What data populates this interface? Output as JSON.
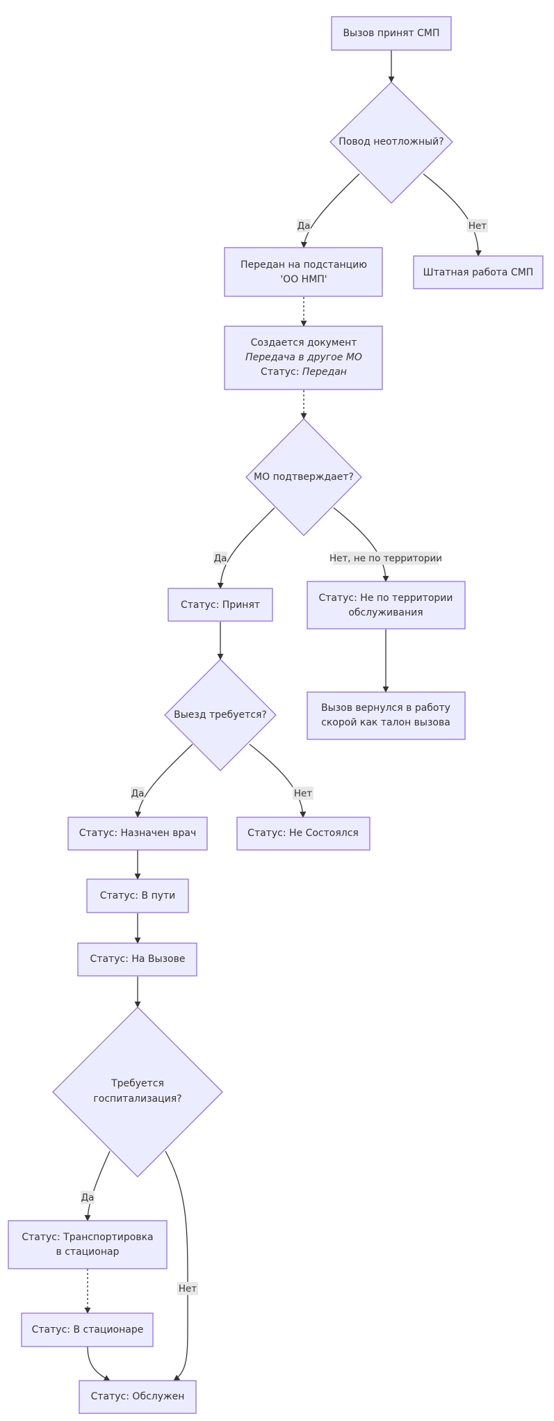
{
  "nodes": {
    "call_accepted": "Вызов принят СМП",
    "urgent_q": "Повод неотложный?",
    "regular_work": "Штатная работа СМП",
    "transferred": [
      "Передан на подстанцию",
      "'ОО НМП'"
    ],
    "doc_created": [
      "Создается документ",
      "Передача в другое МО",
      "Статус: ",
      "Передан"
    ],
    "mo_confirms_q": "МО подтверждает?",
    "status_accepted": "Статус: Принят",
    "status_not_territory": [
      "Статус: Не по территории",
      "обслуживания"
    ],
    "returned": [
      "Вызов вернулся в работу",
      "скорой как талон вызова"
    ],
    "trip_required_q": "Выезд требуется?",
    "status_doctor": "Статус: Назначен врач",
    "status_not_held": "Статус: Не Состоялся",
    "status_on_way": "Статус: В пути",
    "status_on_call": "Статус: На Вызове",
    "hosp_q": [
      "Требуется",
      "госпитализация?"
    ],
    "status_transport": [
      "Статус: Транспортировка",
      "в стационар"
    ],
    "status_in_hospital": "Статус: В стационаре",
    "status_served": "Статус: Обслужен"
  },
  "edge_labels": {
    "yes": "Да",
    "no": "Нет",
    "no_territory": "Нет, не по территории"
  },
  "colors": {
    "node_fill": "#ececff",
    "node_stroke": "#9370db",
    "edge": "#333333",
    "label_bg": "#e8e8e8"
  }
}
